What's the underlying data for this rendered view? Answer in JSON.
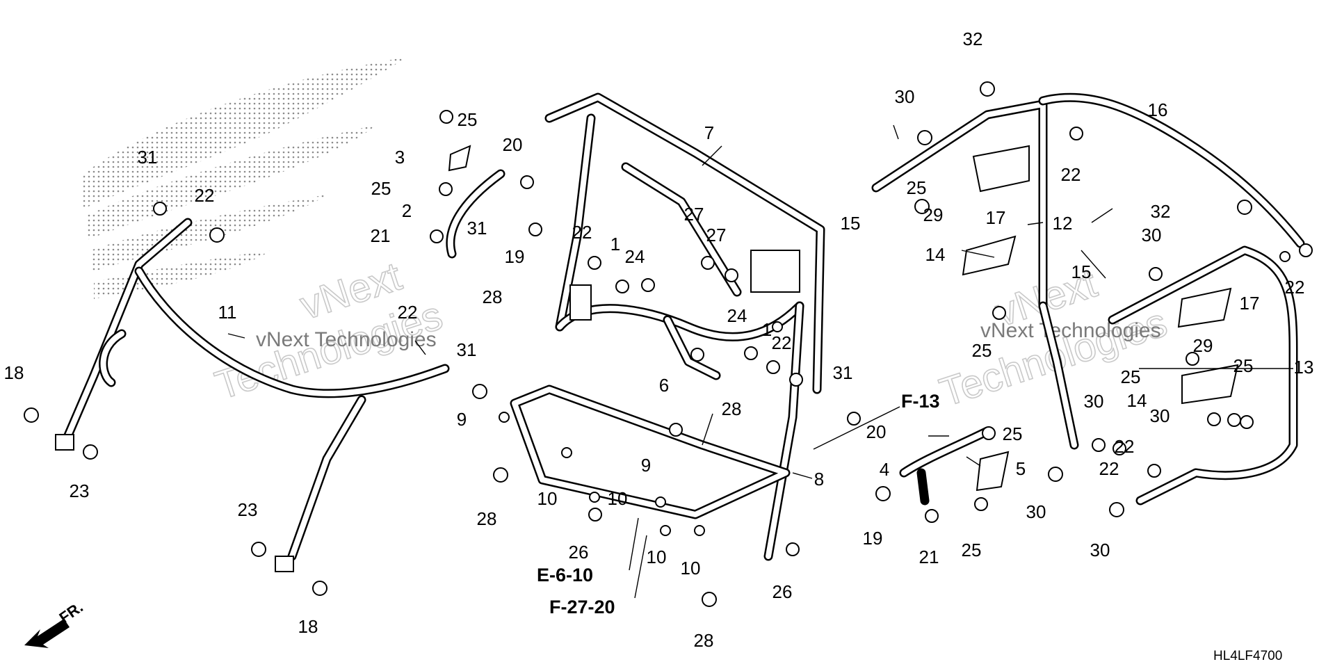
{
  "diagram": {
    "drawing_code": "HL4LF4700",
    "front_label": "FR.",
    "watermark": {
      "company": "vNext Technologies",
      "top": "vNext",
      "bottom": "Technologies"
    },
    "references": [
      "E-6-10",
      "F-27-20",
      "F-13"
    ],
    "callouts": [
      {
        "id": "c1",
        "label": "1"
      },
      {
        "id": "c1b",
        "label": "1"
      },
      {
        "id": "c2",
        "label": "2"
      },
      {
        "id": "c3",
        "label": "3"
      },
      {
        "id": "c4",
        "label": "4"
      },
      {
        "id": "c5",
        "label": "5"
      },
      {
        "id": "c6",
        "label": "6"
      },
      {
        "id": "c7",
        "label": "7"
      },
      {
        "id": "c8",
        "label": "8"
      },
      {
        "id": "c9",
        "label": "9"
      },
      {
        "id": "c9b",
        "label": "9"
      },
      {
        "id": "c10a",
        "label": "10"
      },
      {
        "id": "c10b",
        "label": "10"
      },
      {
        "id": "c10c",
        "label": "10"
      },
      {
        "id": "c10d",
        "label": "10"
      },
      {
        "id": "c11",
        "label": "11"
      },
      {
        "id": "c12",
        "label": "12"
      },
      {
        "id": "c13",
        "label": "13"
      },
      {
        "id": "c14a",
        "label": "14"
      },
      {
        "id": "c14b",
        "label": "14"
      },
      {
        "id": "c15a",
        "label": "15"
      },
      {
        "id": "c15b",
        "label": "15"
      },
      {
        "id": "c16",
        "label": "16"
      },
      {
        "id": "c17a",
        "label": "17"
      },
      {
        "id": "c17b",
        "label": "17"
      },
      {
        "id": "c18a",
        "label": "18"
      },
      {
        "id": "c18b",
        "label": "18"
      },
      {
        "id": "c19a",
        "label": "19"
      },
      {
        "id": "c19b",
        "label": "19"
      },
      {
        "id": "c20a",
        "label": "20"
      },
      {
        "id": "c20b",
        "label": "20"
      },
      {
        "id": "c21a",
        "label": "21"
      },
      {
        "id": "c21b",
        "label": "21"
      },
      {
        "id": "c22a",
        "label": "22"
      },
      {
        "id": "c22b",
        "label": "22"
      },
      {
        "id": "c22c",
        "label": "22"
      },
      {
        "id": "c22d",
        "label": "22"
      },
      {
        "id": "c22e",
        "label": "22"
      },
      {
        "id": "c22f",
        "label": "22"
      },
      {
        "id": "c22g",
        "label": "22"
      },
      {
        "id": "c22h",
        "label": "22"
      },
      {
        "id": "c23a",
        "label": "23"
      },
      {
        "id": "c23b",
        "label": "23"
      },
      {
        "id": "c24a",
        "label": "24"
      },
      {
        "id": "c24b",
        "label": "24"
      },
      {
        "id": "c25a",
        "label": "25"
      },
      {
        "id": "c25b",
        "label": "25"
      },
      {
        "id": "c25c",
        "label": "25"
      },
      {
        "id": "c25d",
        "label": "25"
      },
      {
        "id": "c25e",
        "label": "25"
      },
      {
        "id": "c25f",
        "label": "25"
      },
      {
        "id": "c25g",
        "label": "25"
      },
      {
        "id": "c25h",
        "label": "25"
      },
      {
        "id": "c26a",
        "label": "26"
      },
      {
        "id": "c26b",
        "label": "26"
      },
      {
        "id": "c27a",
        "label": "27"
      },
      {
        "id": "c27b",
        "label": "27"
      },
      {
        "id": "c28a",
        "label": "28"
      },
      {
        "id": "c28b",
        "label": "28"
      },
      {
        "id": "c28c",
        "label": "28"
      },
      {
        "id": "c28d",
        "label": "28"
      },
      {
        "id": "c29a",
        "label": "29"
      },
      {
        "id": "c29b",
        "label": "29"
      },
      {
        "id": "c30a",
        "label": "30"
      },
      {
        "id": "c30b",
        "label": "30"
      },
      {
        "id": "c30c",
        "label": "30"
      },
      {
        "id": "c30d",
        "label": "30"
      },
      {
        "id": "c30e",
        "label": "30"
      },
      {
        "id": "c30f",
        "label": "30"
      },
      {
        "id": "c31a",
        "label": "31"
      },
      {
        "id": "c31b",
        "label": "31"
      },
      {
        "id": "c31c",
        "label": "31"
      },
      {
        "id": "c31d",
        "label": "31"
      },
      {
        "id": "c32a",
        "label": "32"
      },
      {
        "id": "c32b",
        "label": "32"
      }
    ]
  }
}
